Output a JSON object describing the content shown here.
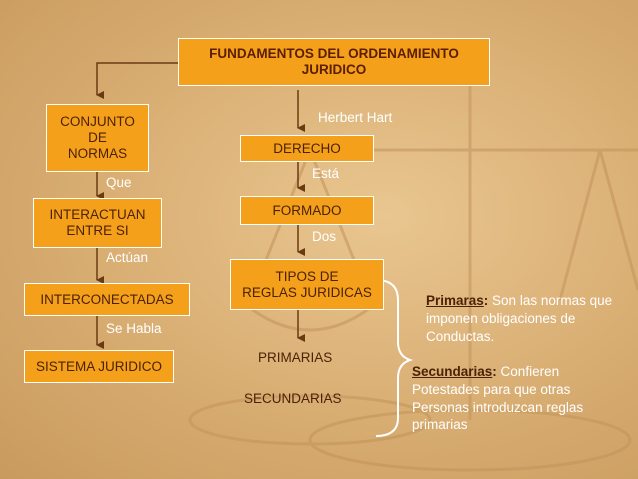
{
  "title": "FUNDAMENTOS DEL ORDENAMIENTO\nJURIDICO",
  "left_chain": {
    "box1": "CONJUNTO\nDE\nNORMAS",
    "link1": "Que",
    "box2": "INTERACTUAN\nENTRE SI",
    "link2": "Actúan",
    "box3": "INTERCONECTADAS",
    "link3": "Se Habla",
    "box4": "SISTEMA JURIDICO"
  },
  "center_chain": {
    "author": "Herbert Hart",
    "box1": "DERECHO",
    "link1": "Está",
    "box2": "FORMADO",
    "link2": "Dos",
    "box3": "TIPOS DE\nREGLAS JURIDICAS",
    "type1": "PRIMARIAS",
    "type2": "SECUNDARIAS"
  },
  "definitions": {
    "primarias_term": "Primaras",
    "primarias_text": " Son las normas que imponen obligaciones de Conductas.",
    "secundarias_term": "Secundarias",
    "secundarias_text": " Confieren Potestades para que otras Personas introduzcan reglas primarias"
  },
  "colors": {
    "box_fill": "#f5a01b",
    "box_border": "#ffffff",
    "box_text": "#4b2206",
    "label_text": "#ffffff",
    "background": "#d8ad72"
  }
}
